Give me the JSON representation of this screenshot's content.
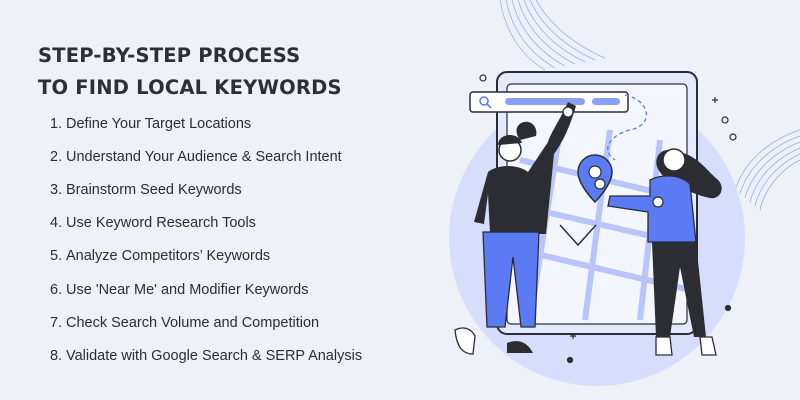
{
  "header": {
    "title_line1": "STEP-BY-STEP PROCESS",
    "title_line2": "TO FIND LOCAL KEYWORDS"
  },
  "steps": [
    {
      "number": "1.",
      "text": "Define Your Target Locations"
    },
    {
      "number": "2.",
      "text": "Understand Your Audience & Search Intent"
    },
    {
      "number": "3.",
      "text": "Brainstorm Seed Keywords"
    },
    {
      "number": "4.",
      "text": "Use Keyword Research Tools"
    },
    {
      "number": "5.",
      "text": "Analyze Competitors’ Keywords"
    },
    {
      "number": "6.",
      "text": "Use 'Near Me' and Modifier Keywords"
    },
    {
      "number": "7.",
      "text": "Check Search Volume and Competition"
    },
    {
      "number": "8.",
      "text": "Validate with Google Search & SERP Analysis"
    }
  ],
  "colors": {
    "background": "#eef1f7",
    "accent_blue": "#5b7bf5",
    "light_blue": "#cdd7fb",
    "text_dark": "#2b2d33"
  }
}
